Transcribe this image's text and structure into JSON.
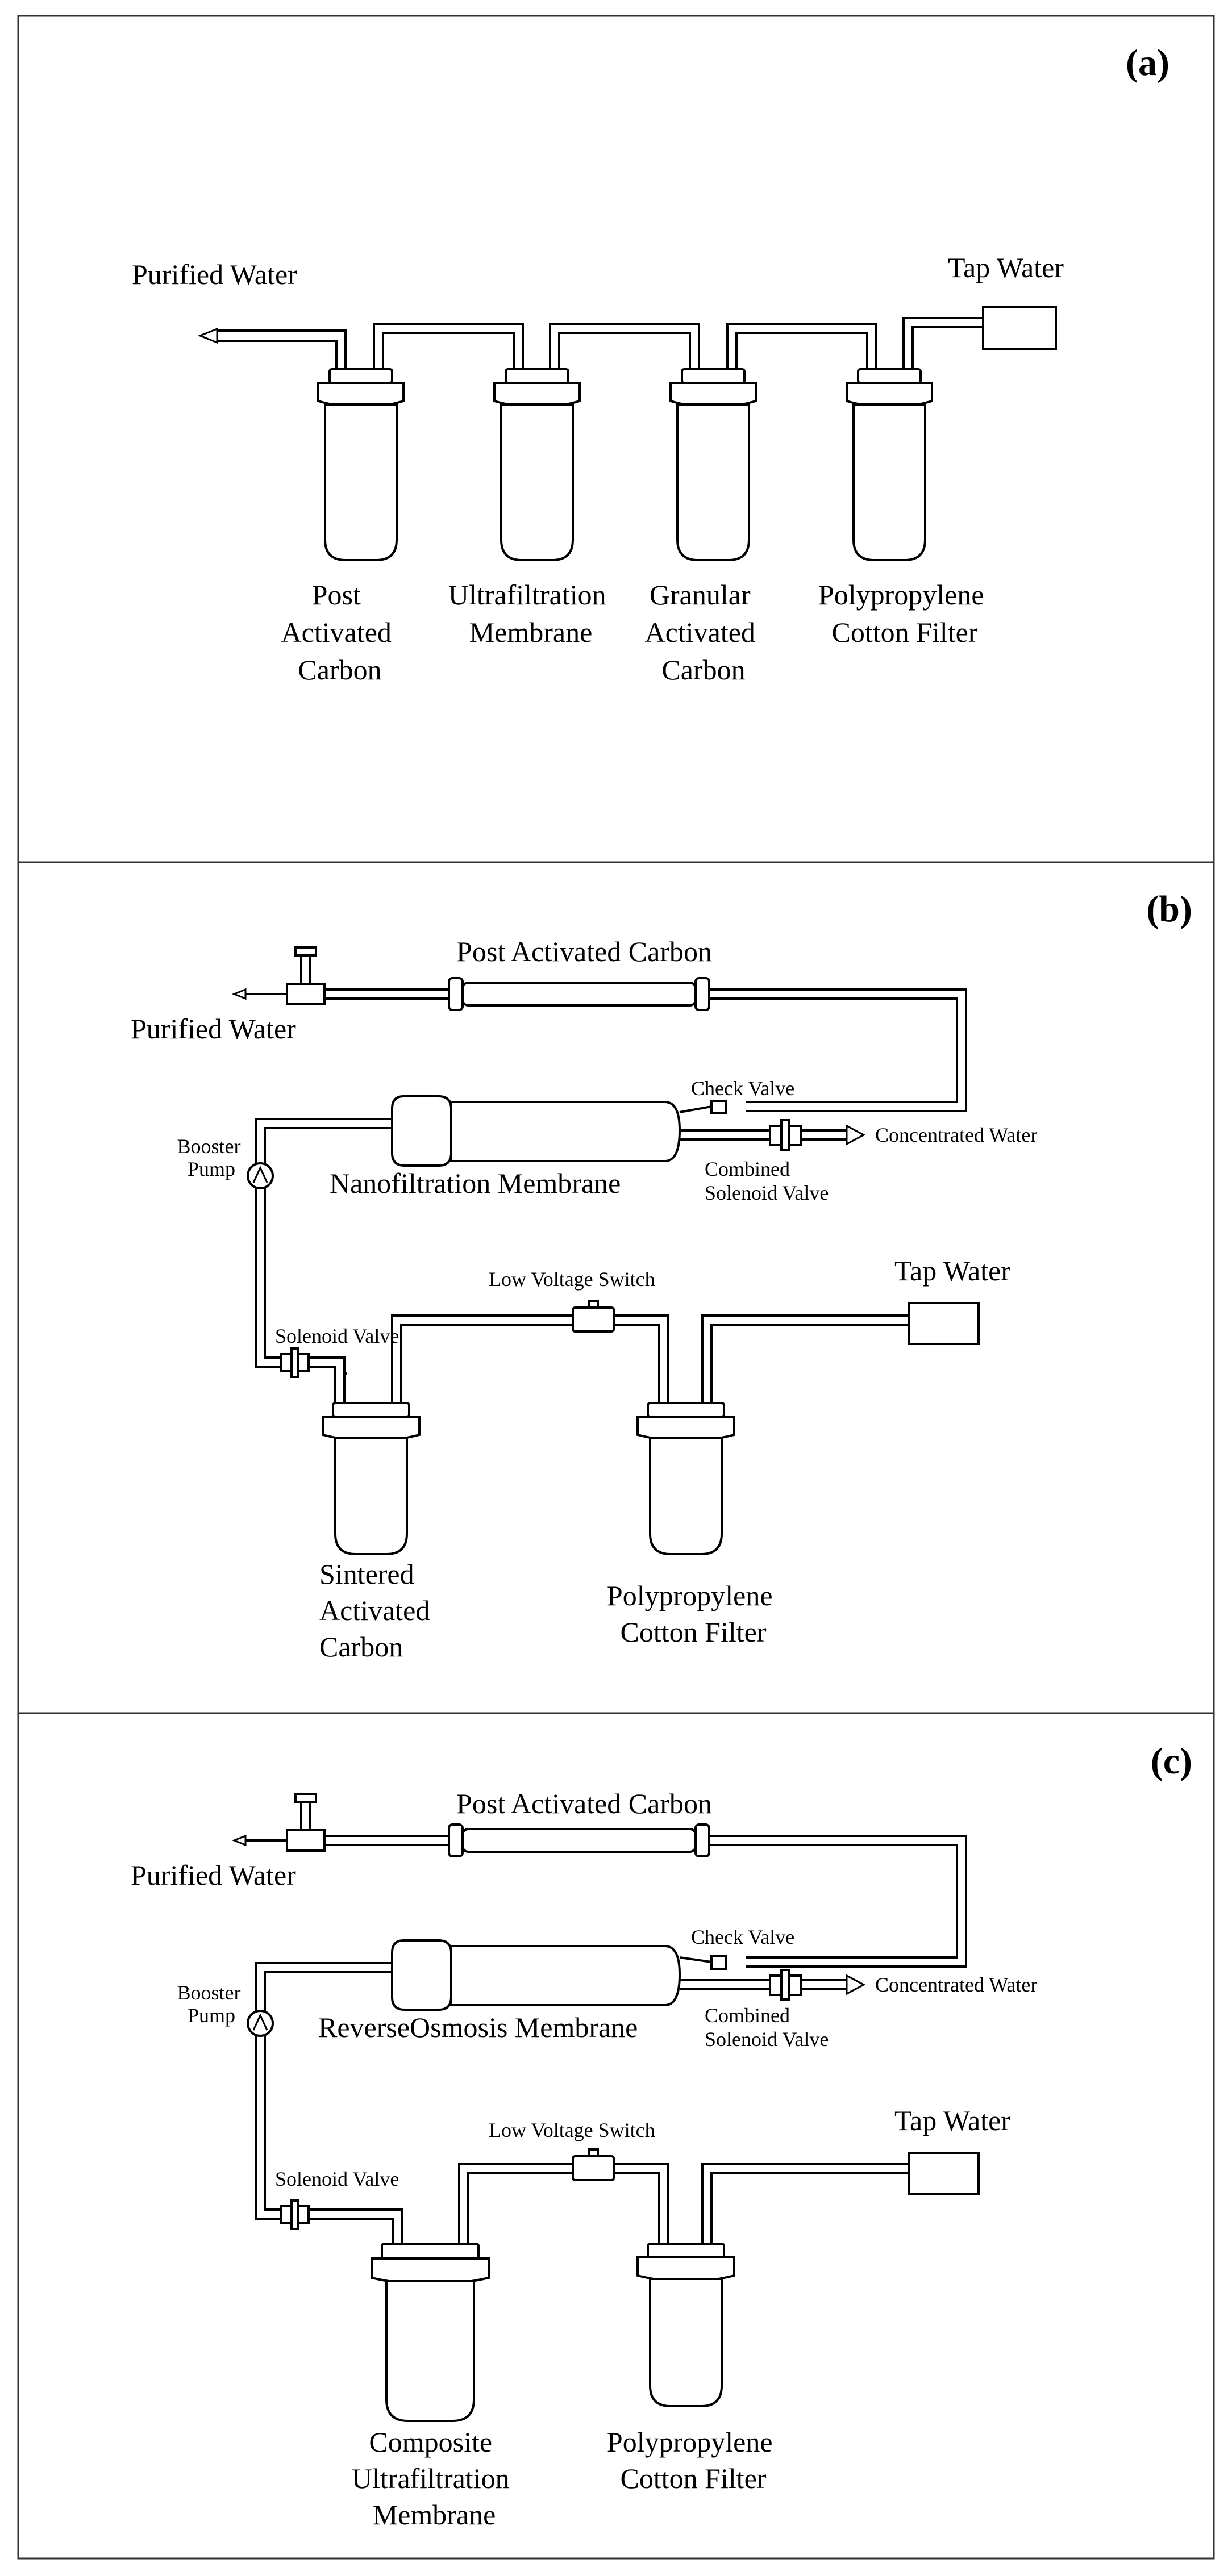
{
  "panel_a": {
    "letter": "(a)",
    "purified_water": "Purified Water",
    "tap_water": "Tap Water",
    "filters": [
      [
        "Post",
        "Activated",
        "Carbon"
      ],
      [
        "Ultrafiltration",
        "Membrane"
      ],
      [
        "Granular",
        "Activated",
        "Carbon"
      ],
      [
        "Polypropylene",
        "Cotton Filter"
      ]
    ]
  },
  "panel_b": {
    "letter": "(b)",
    "post_activated_carbon": "Post Activated Carbon",
    "purified_water": "Purified Water",
    "check_valve": "Check Valve",
    "concentrated_water": "Concentrated Water",
    "booster_pump": [
      "Booster",
      "Pump"
    ],
    "membrane": "Nanofiltration Membrane",
    "combined_solenoid_valve": [
      "Combined",
      "Solenoid Valve"
    ],
    "solenoid_valve": "Solenoid Valve",
    "low_voltage_switch": "Low Voltage Switch",
    "tap_water": "Tap Water",
    "filter_left": [
      "Sintered",
      "Activated",
      "Carbon"
    ],
    "filter_right": [
      "Polypropylene",
      "Cotton Filter"
    ]
  },
  "panel_c": {
    "letter": "(c)",
    "post_activated_carbon": "Post Activated Carbon",
    "purified_water": "Purified Water",
    "check_valve": "Check Valve",
    "concentrated_water": "Concentrated Water",
    "booster_pump": [
      "Booster",
      "Pump"
    ],
    "membrane": "ReverseOsmosis Membrane",
    "combined_solenoid_valve": [
      "Combined",
      "Solenoid Valve"
    ],
    "solenoid_valve": "Solenoid Valve",
    "low_voltage_switch": "Low Voltage Switch",
    "tap_water": "Tap Water",
    "filter_left": [
      "Composite",
      "Ultrafiltration",
      "Membrane"
    ],
    "filter_right": [
      "Polypropylene",
      "Cotton Filter"
    ]
  }
}
